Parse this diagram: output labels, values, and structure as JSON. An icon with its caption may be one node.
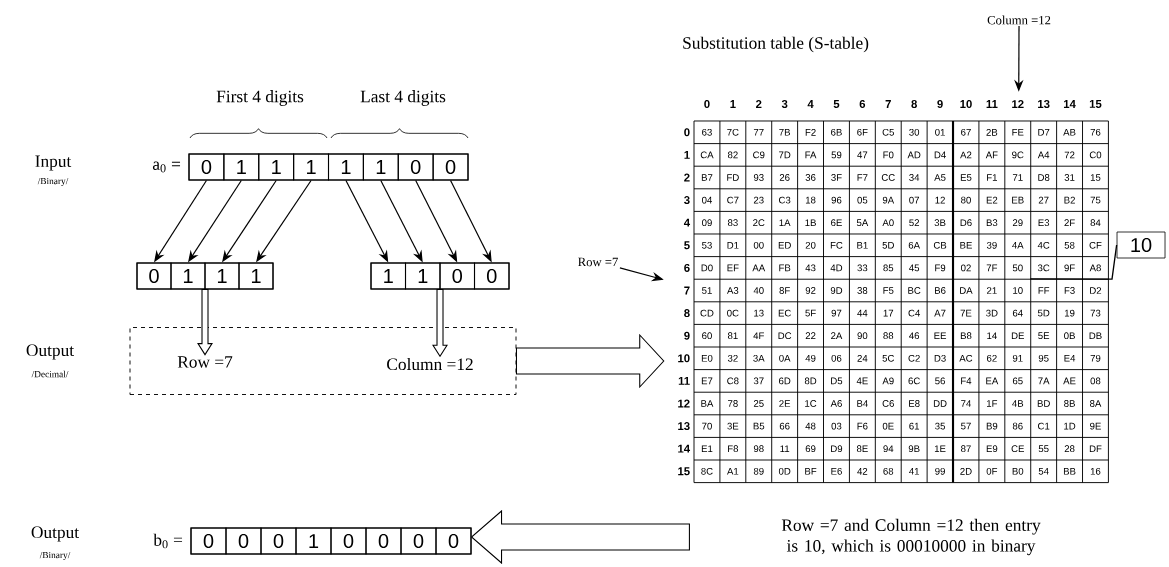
{
  "diagram": {
    "nodes": [
      {
        "text": [],
        "shape": "box",
        "beside": [
          "a$_{0}$ ="
        ]
      },
      {
        "text": [
          "0"
        ],
        "in": 0
      },
      {
        "text": [
          "1"
        ],
        "in": 0
      },
      {
        "text": [
          "1"
        ],
        "in": 0
      },
      {
        "text": [
          "1"
        ],
        "in": 0
      },
      {
        "text": [
          "1"
        ],
        "in": 0
      },
      {
        "text": [
          "1"
        ],
        "in": 0
      },
      {
        "text": [
          "0"
        ],
        "in": 0
      },
      {
        "text": [
          "0"
        ],
        "in": 0
      },
      {
        "text": [],
        "shape": "box"
      },
      {
        "text": [
          "0"
        ],
        "in": 9
      },
      {
        "text": [
          "1"
        ],
        "in": 9
      },
      {
        "text": [
          "1"
        ],
        "in": 9
      },
      {
        "text": [
          "1"
        ],
        "in": 9
      },
      {
        "text": [],
        "shape": "box"
      },
      {
        "text": [
          "1"
        ],
        "in": 14
      },
      {
        "text": [
          "1"
        ],
        "in": 14
      },
      {
        "text": [
          "0"
        ],
        "in": 14
      },
      {
        "text": [
          "0"
        ],
        "in": 14
      },
      {
        "text": [],
        "shape": "box"
      },
      {
        "text": [
          "Row =7"
        ],
        "in": 19
      },
      {
        "text": [
          "Column =12"
        ],
        "in": 19
      },
      {
        "text": [
          "Substitution table (S-table)"
        ]
      },
      {
        "text": [
          "Column =12"
        ]
      },
      {
        "text": [
          "Row =7"
        ]
      },
      {
        "text": [
          "10"
        ]
      },
      {
        "text": [
          "Row =7 and Column =12 then entry is 10, which is 00010000 in binary"
        ]
      },
      {
        "text": [],
        "shape": "box",
        "beside": [
          "b$_{0}$ ="
        ]
      },
      {
        "text": [
          "0"
        ],
        "in": 27
      },
      {
        "text": [
          "0"
        ],
        "in": 27
      },
      {
        "text": [
          "0"
        ],
        "in": 27
      },
      {
        "text": [
          "1"
        ],
        "in": 27
      },
      {
        "text": [
          "0"
        ],
        "in": 27
      },
      {
        "text": [
          "0"
        ],
        "in": 27
      },
      {
        "text": [
          "0"
        ],
        "in": 27
      },
      {
        "text": [
          "0"
        ],
        "in": 27
      }
    ],
    "edges": [
      {
        "from": 1,
        "to": 10,
        "arrow": "to"
      },
      {
        "from": 2,
        "to": 11,
        "arrow": "to"
      },
      {
        "from": 3,
        "to": 12,
        "arrow": "to"
      },
      {
        "from": 4,
        "to": 13,
        "arrow": "to"
      },
      {
        "from": 5,
        "to": 15,
        "arrow": "to"
      },
      {
        "from": 6,
        "to": 16,
        "arrow": "to"
      },
      {
        "from": 7,
        "to": 17,
        "arrow": "to"
      },
      {
        "from": 8,
        "to": 18,
        "arrow": "to"
      },
      {
        "from": 9,
        "to": 20,
        "arrow": "to",
        "style": "thick"
      },
      {
        "from": 14,
        "to": 21,
        "arrow": "to",
        "style": "thick"
      },
      {
        "from": 19,
        "to": 22,
        "arrow": "to",
        "style": "thick"
      },
      {
        "from": 23,
        "to": 22,
        "arrow": "to"
      },
      {
        "from": 24,
        "to": 22,
        "arrow": "to"
      },
      {
        "from": 25,
        "to": 22,
        "arrow": "none"
      },
      {
        "from": 26,
        "to": 27,
        "arrow": "to",
        "style": "thick"
      }
    ],
    "labels": [
      "First 4 digits",
      "Last 4 digits",
      "Input",
      "/Binary/",
      "Output",
      "/Decimal/",
      "Output",
      "/Binary/",
      "0",
      "1",
      "2",
      "3",
      "4",
      "5",
      "6",
      "7",
      "8",
      "9",
      "10",
      "11",
      "12",
      "13",
      "14",
      "15",
      "0",
      "63",
      "7C",
      "77",
      "7B",
      "F2",
      "6B",
      "6F",
      "C5",
      "30",
      "01",
      "67",
      "2B",
      "FE",
      "D7",
      "AB",
      "76",
      "1",
      "CA",
      "82",
      "C9",
      "7D",
      "FA",
      "59",
      "47",
      "F0",
      "AD",
      "D4",
      "A2",
      "AF",
      "9C",
      "A4",
      "72",
      "C0",
      "2",
      "B7",
      "FD",
      "93",
      "26",
      "36",
      "3F",
      "F7",
      "CC",
      "34",
      "A5",
      "E5",
      "F1",
      "71",
      "D8",
      "31",
      "15",
      "3",
      "04",
      "C7",
      "23",
      "C3",
      "18",
      "96",
      "05",
      "9A",
      "07",
      "12",
      "80",
      "E2",
      "EB",
      "27",
      "B2",
      "75",
      "4",
      "09",
      "83",
      "2C",
      "1A",
      "1B",
      "6E",
      "5A",
      "A0",
      "52",
      "3B",
      "D6",
      "B3",
      "29",
      "E3",
      "2F",
      "84",
      "5",
      "53",
      "D1",
      "00",
      "ED",
      "20",
      "FC",
      "B1",
      "5D",
      "6A",
      "CB",
      "BE",
      "39",
      "4A",
      "4C",
      "58",
      "CF",
      "6",
      "D0",
      "EF",
      "AA",
      "FB",
      "43",
      "4D",
      "33",
      "85",
      "45",
      "F9",
      "02",
      "7F",
      "50",
      "3C",
      "9F",
      "A8",
      "7",
      "51",
      "A3",
      "40",
      "8F",
      "92",
      "9D",
      "38",
      "F5",
      "BC",
      "B6",
      "DA",
      "21",
      "10",
      "FF",
      "F3",
      "D2",
      "8",
      "CD",
      "0C",
      "13",
      "EC",
      "5F",
      "97",
      "44",
      "17",
      "C4",
      "A7",
      "7E",
      "3D",
      "64",
      "5D",
      "19",
      "73",
      "9",
      "60",
      "81",
      "4F",
      "DC",
      "22",
      "2A",
      "90",
      "88",
      "46",
      "EE",
      "B8",
      "14",
      "DE",
      "5E",
      "0B",
      "DB",
      "10",
      "E0",
      "32",
      "3A",
      "0A",
      "49",
      "06",
      "24",
      "5C",
      "C2",
      "D3",
      "AC",
      "62",
      "91",
      "95",
      "E4",
      "79",
      "11",
      "E7",
      "C8",
      "37",
      "6D",
      "8D",
      "D5",
      "4E",
      "A9",
      "6C",
      "56",
      "F4",
      "EA",
      "65",
      "7A",
      "AE",
      "08",
      "12",
      "BA",
      "78",
      "25",
      "2E",
      "1C",
      "A6",
      "B4",
      "C6",
      "E8",
      "DD",
      "74",
      "1F",
      "4B",
      "BD",
      "8B",
      "8A",
      "13",
      "70",
      "3E",
      "B5",
      "66",
      "48",
      "03",
      "F6",
      "0E",
      "61",
      "35",
      "57",
      "B9",
      "86",
      "C1",
      "1D",
      "9E",
      "14",
      "E1",
      "F8",
      "98",
      "11",
      "69",
      "D9",
      "8E",
      "94",
      "9B",
      "1E",
      "87",
      "E9",
      "CE",
      "55",
      "28",
      "DF",
      "15",
      "8C",
      "A1",
      "89",
      "0D",
      "BF",
      "E6",
      "42",
      "68",
      "41",
      "99",
      "2D",
      "0F",
      "B0",
      "54",
      "BB",
      "16"
    ]
  }
}
